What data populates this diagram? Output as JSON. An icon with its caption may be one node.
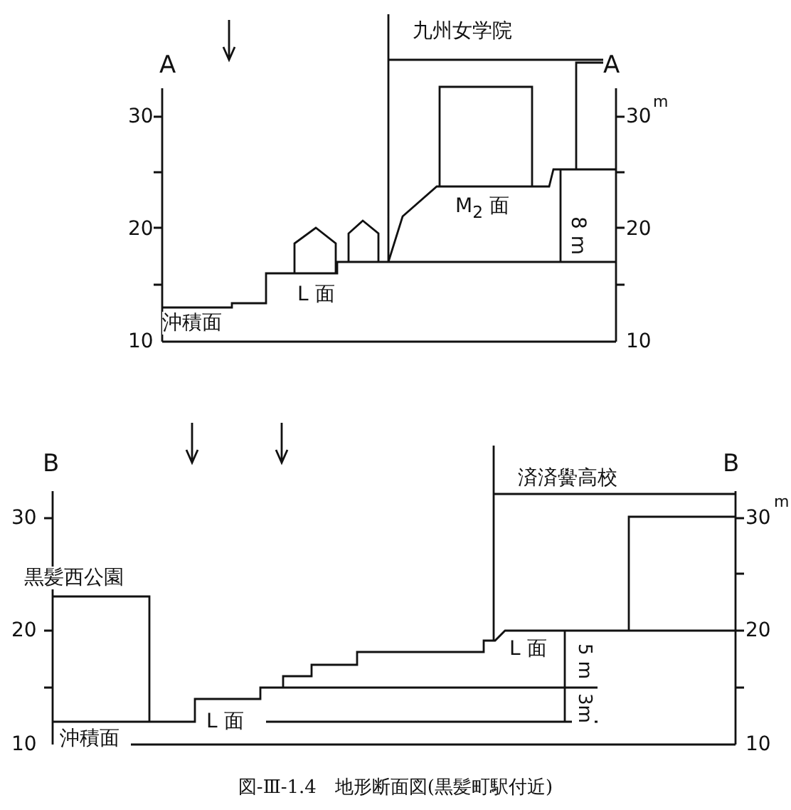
{
  "diagram": {
    "caption": "図-Ⅲ-1.4　地形断面図(黒髪町駅付近)",
    "labels": [
      "九州女学院",
      "A",
      "A",
      "30",
      "30",
      "m",
      "M$_{2}$ 面",
      "8 m",
      "20",
      "20",
      "L 面",
      "沖積面",
      "10",
      "10",
      "B",
      "B",
      "済済黌高校",
      "m",
      "30",
      "30",
      "黒髪西公園",
      "20",
      "20",
      "L 面",
      "5 m",
      "3m",
      "L 面",
      "10",
      "沖積面",
      "10"
    ]
  }
}
